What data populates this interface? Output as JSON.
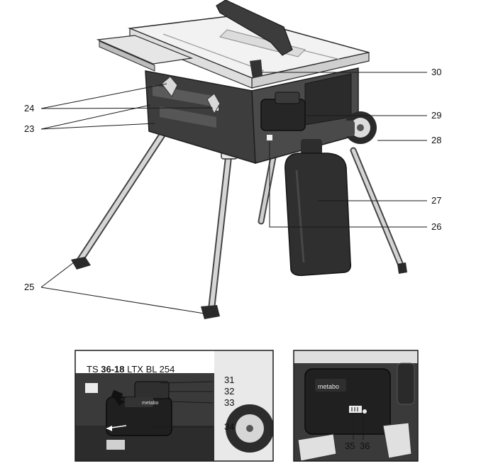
{
  "main_callouts": [
    {
      "id": "c30",
      "label": "30"
    },
    {
      "id": "c29",
      "label": "29"
    },
    {
      "id": "c28",
      "label": "28"
    },
    {
      "id": "c27",
      "label": "27"
    },
    {
      "id": "c26",
      "label": "26"
    },
    {
      "id": "c24",
      "label": "24"
    },
    {
      "id": "c23",
      "label": "23"
    },
    {
      "id": "c25",
      "label": "25"
    }
  ],
  "inset_left": {
    "title_prefix": "TS ",
    "title_bold": "36-18",
    "title_suffix": " LTX BL 254",
    "brand": "metabo",
    "callouts": [
      "31",
      "32",
      "33",
      "34"
    ]
  },
  "inset_right": {
    "brand": "metabo",
    "callouts": [
      "35",
      "36"
    ]
  }
}
